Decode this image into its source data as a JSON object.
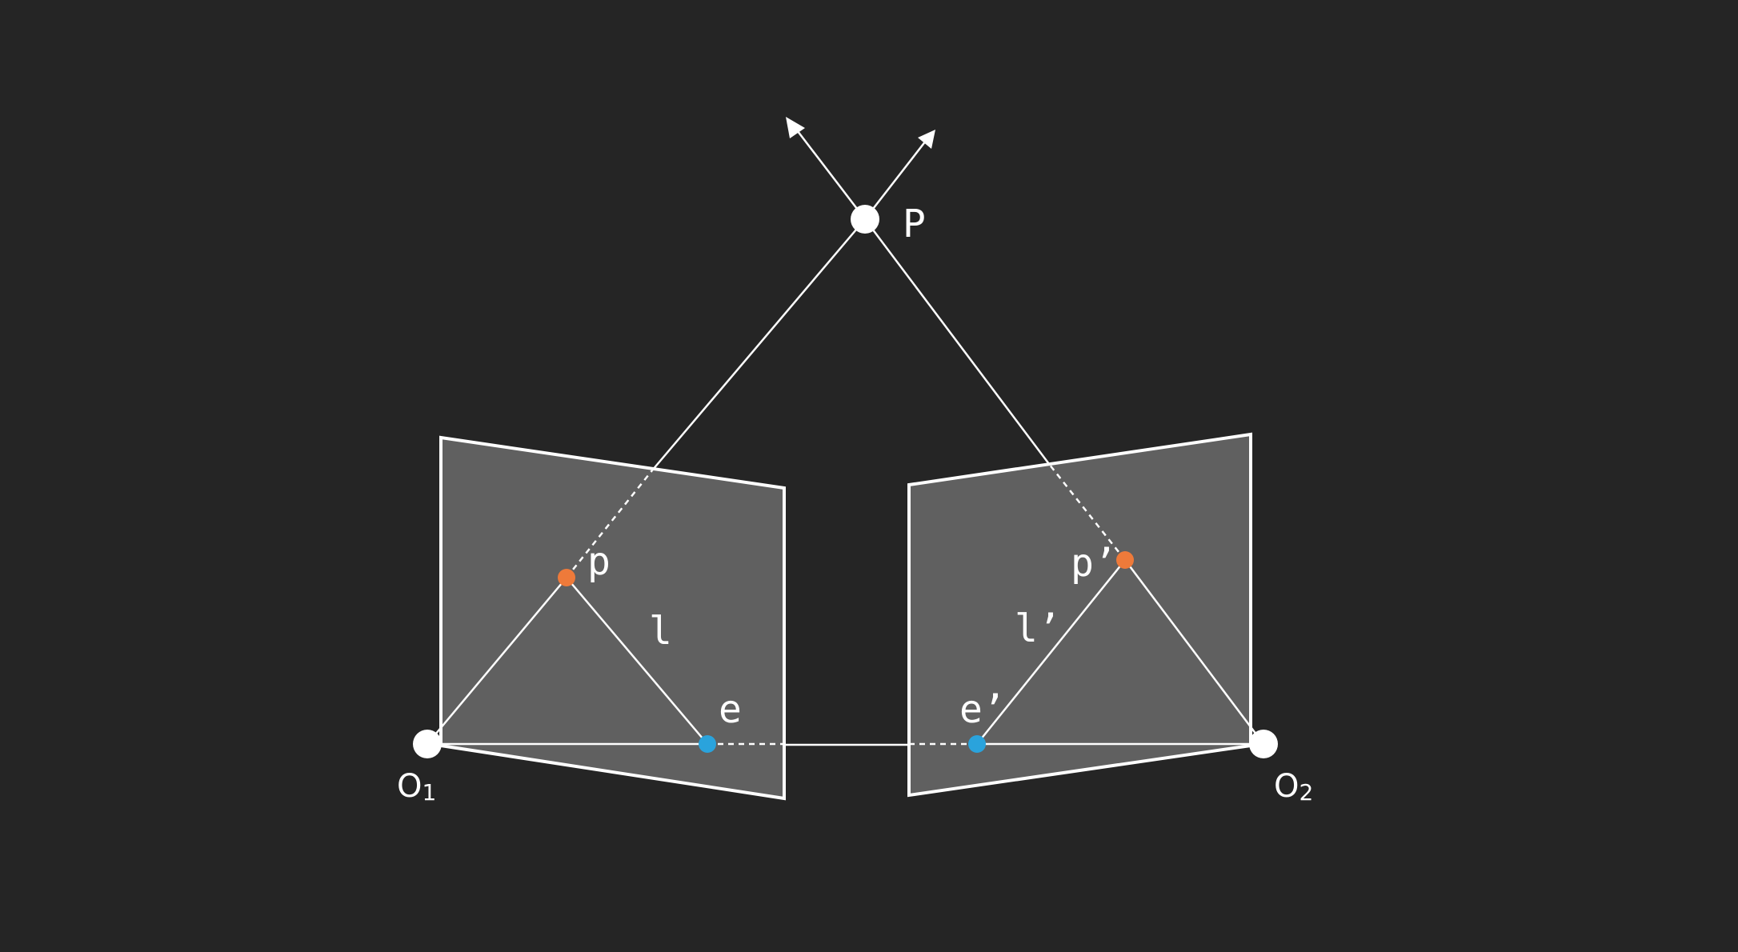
{
  "labels": {
    "P": "P",
    "p": "p",
    "p_prime": "p’",
    "l": "l",
    "l_prime": "l’",
    "e": "e",
    "e_prime": "e’",
    "O1_base": "O",
    "O1_sub": "1",
    "O2_base": "O",
    "O2_sub": "2"
  },
  "colors": {
    "background": "#252525",
    "plane_fill": "#606060",
    "stroke": "#ffffff",
    "image_point": "#ee7a3a",
    "epipole": "#2aa3dc"
  }
}
